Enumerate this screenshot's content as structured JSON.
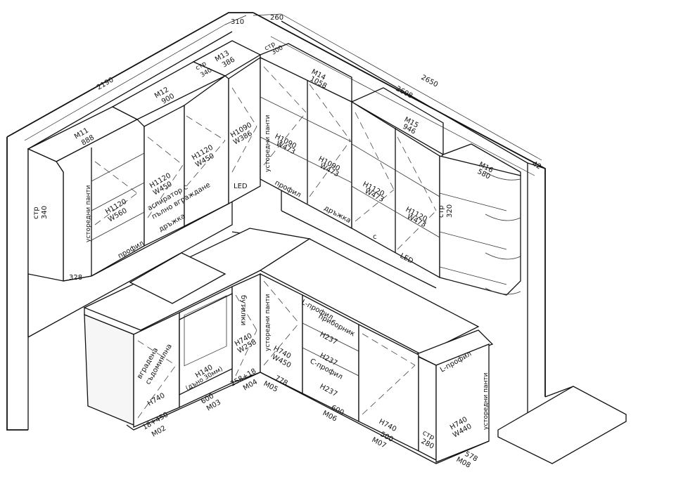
{
  "dimensions": {
    "d2190": "2190",
    "d310": "310",
    "d260": "260",
    "d2650": "2650",
    "d2608": "2608",
    "d42": "42"
  },
  "upper_modules": {
    "m11": "M11",
    "m11_w": "888",
    "m12": "M12",
    "m12_w": "900",
    "m13": "M13",
    "m13_w": "386",
    "m14": "M14",
    "m14_w": "1058",
    "m15": "M15",
    "m15_w": "946",
    "m16": "M16",
    "m16_w": "580",
    "shelf_340": "стр\n340",
    "shelf_340b": "стр",
    "shelf_340b_v": "340",
    "shelf_300": "стр",
    "shelf_300_v": "300",
    "shelf_320": "стр",
    "shelf_320_v": "320",
    "shelf_340a": "стр",
    "shelf_340a_v": "340"
  },
  "fronts": {
    "h1120_w560_a": "H1120",
    "h1120_w560_b": "W560",
    "h1120_w450_a1": "H1120",
    "h1120_w450_b1": "W450",
    "h1120_w450_a2": "H1120",
    "h1120_w450_b2": "W450",
    "h1090_w386_a": "H1090",
    "h1090_w386_b": "W386",
    "h1090_w473_a1": "H1090",
    "h1090_w473_b1": "W473",
    "h1090_w473_a2": "H1090",
    "h1090_w473_b2": "W473",
    "h1120_w473_a1": "H1120",
    "h1120_w473_b1": "W473",
    "h1120_w473_a2": "H1120",
    "h1120_w473_b2": "W473",
    "h740_w258_a": "H740",
    "h740_w258_b": "W258",
    "h740_w450_a": "H740",
    "h740_w450_b": "W450",
    "h740_a": "H740",
    "h740_b": "H740",
    "h740_w440_a": "H740",
    "h740_w440_b": "W440",
    "h237_1": "H237",
    "h237_2": "H237",
    "h237_3": "H237",
    "h140": "H140",
    "h140_note": "(дъно 30мм)"
  },
  "notes": {
    "hinges_1": "усторедни панти",
    "hinges_2": "усторедни панти",
    "hinges_3": "усторедни панти",
    "hinges_4": "усторедни панти",
    "profile_1": "профил",
    "profile_2": "профил",
    "led_1": "LED",
    "led_2": "LED",
    "handle_1": "дръжка",
    "handle_2": "дръжка",
    "c_1": "с",
    "hood": "аспиратор с",
    "hood_2": "пълно вграждане",
    "cutlery": "L-профил",
    "cutlery_2": "прибор​ник",
    "c_profile": "C-профил",
    "l_profile": "L-профил",
    "bottles": "бутилки",
    "bottles_2": "б",
    "dishwasher": "вградена",
    "dishwasher_2": "съдомиялна",
    "d328": "328"
  },
  "lower_modules": {
    "m02_w": "18+450",
    "m02": "M02",
    "m03_w": "600",
    "m03": "M03",
    "m04_w": "258+18",
    "m04": "M04",
    "m05_w": "778",
    "m05": "M05",
    "m06_w": "600",
    "m06": "M06",
    "m07_w": "500",
    "m07": "M07",
    "m08_w": "578",
    "m08": "M08",
    "shelf_280": "стр",
    "shelf_280_v": "280"
  }
}
